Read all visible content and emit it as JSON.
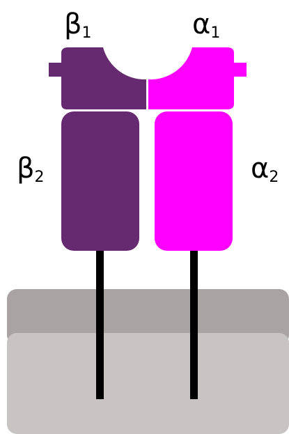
{
  "labels": {
    "beta1": {
      "symbol": "β",
      "sub": "1"
    },
    "alpha1": {
      "symbol": "α",
      "sub": "1"
    },
    "beta2": {
      "symbol": "β",
      "sub": "2"
    },
    "alpha2": {
      "symbol": "α",
      "sub": "2"
    }
  },
  "colors": {
    "beta_chain": "#662a70",
    "alpha_chain": "#ff00ff",
    "membrane_top": "#a9a3a3",
    "membrane_body": "#c8c4c4",
    "stalk": "#000000"
  }
}
